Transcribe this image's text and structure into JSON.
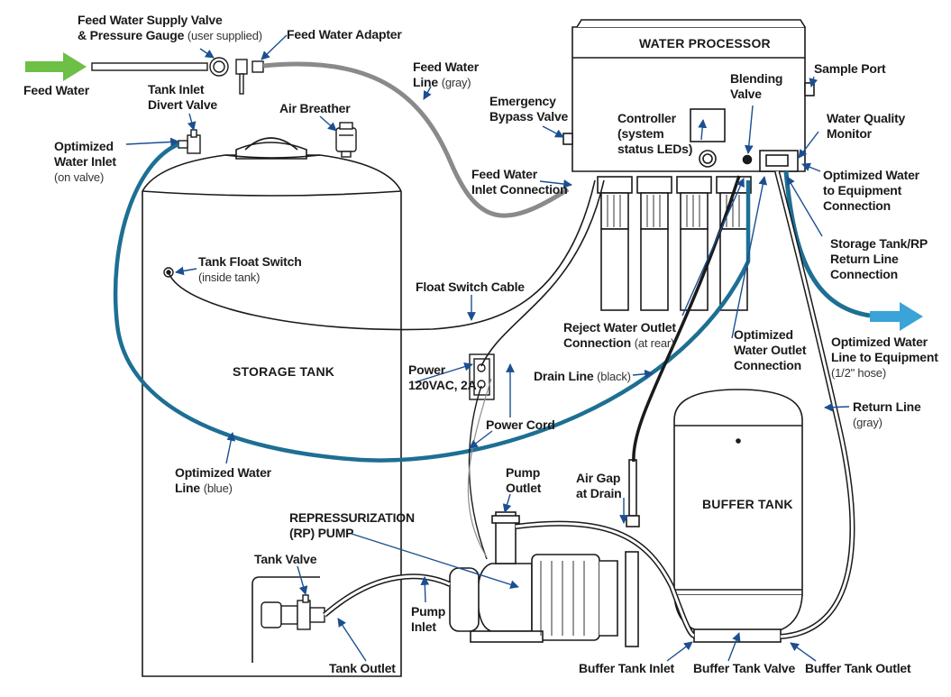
{
  "colors": {
    "blue_line": "#1d6f93",
    "gray_line": "#8a8a8a",
    "black_line": "#1a1a1a",
    "arrow_green": "#6dbf45",
    "arrow_blue": "#3aa3d8",
    "leader_blue": "#1b4f91",
    "outline": "#1a1a1a"
  },
  "labels": {
    "feed_water": "Feed Water",
    "feed_valve_l1": "Feed Water Supply Valve",
    "feed_valve_l2": "& Pressure Gauge",
    "feed_valve_note": "(user supplied)",
    "feed_adapter": "Feed Water Adapter",
    "feed_line": "Feed Water",
    "feed_line_l2": "Line",
    "feed_line_note": "(gray)",
    "tank_inlet_divert_l1": "Tank Inlet",
    "tank_inlet_divert_l2": "Divert Valve",
    "air_breather": "Air Breather",
    "optimized_inlet_l1": "Optimized",
    "optimized_inlet_l2": "Water Inlet",
    "optimized_inlet_note": "(on valve)",
    "emergency_bypass_l1": "Emergency",
    "emergency_bypass_l2": "Bypass Valve",
    "controller_l1": "Controller",
    "controller_l2": "(system",
    "controller_l3": "status LEDs)",
    "blending_l1": "Blending",
    "blending_l2": "Valve",
    "sample_port": "Sample Port",
    "wqm_l1": "Water Quality",
    "wqm_l2": "Monitor",
    "feed_inlet_conn_l1": "Feed Water",
    "feed_inlet_conn_l2": "Inlet Connection",
    "opt_equip_conn_l1": "Optimized Water",
    "opt_equip_conn_l2": "to Equipment",
    "opt_equip_conn_l3": "Connection",
    "storage_return_l1": "Storage Tank/RP",
    "storage_return_l2": "Return Line",
    "storage_return_l3": "Connection",
    "float_switch_l1": "Tank Float Switch",
    "float_switch_note": "(inside tank)",
    "float_cable": "Float Switch Cable",
    "reject_outlet_l1": "Reject Water Outlet",
    "reject_outlet_l2": "Connection",
    "reject_outlet_note": "(at rear)",
    "opt_outlet_conn_l1": "Optimized",
    "opt_outlet_conn_l2": "Water Outlet",
    "opt_outlet_conn_l3": "Connection",
    "opt_line_equip_l1": "Optimized Water",
    "opt_line_equip_l2": "Line to Equipment",
    "opt_line_equip_note": "(1/2\" hose)",
    "power_l1": "Power",
    "power_l2": "120VAC, 2A",
    "drain_line": "Drain Line",
    "drain_line_note": "(black)",
    "return_line": "Return Line",
    "return_line_note": "(gray)",
    "power_cord": "Power Cord",
    "opt_line_blue": "Optimized Water",
    "opt_line_blue_l2": "Line",
    "opt_line_blue_note": "(blue)",
    "pump_outlet_l1": "Pump",
    "pump_outlet_l2": "Outlet",
    "air_gap_l1": "Air Gap",
    "air_gap_l2": "at Drain",
    "rp_pump_l1": "REPRESSURIZATION",
    "rp_pump_l2": "(RP) PUMP",
    "tank_valve": "Tank Valve",
    "pump_inlet_l1": "Pump",
    "pump_inlet_l2": "Inlet",
    "tank_outlet": "Tank Outlet",
    "buffer_inlet": "Buffer Tank Inlet",
    "buffer_valve": "Buffer Tank Valve",
    "buffer_outlet": "Buffer Tank Outlet"
  },
  "components": {
    "water_processor": "WATER PROCESSOR",
    "storage_tank": "STORAGE TANK",
    "buffer_tank": "BUFFER TANK"
  }
}
